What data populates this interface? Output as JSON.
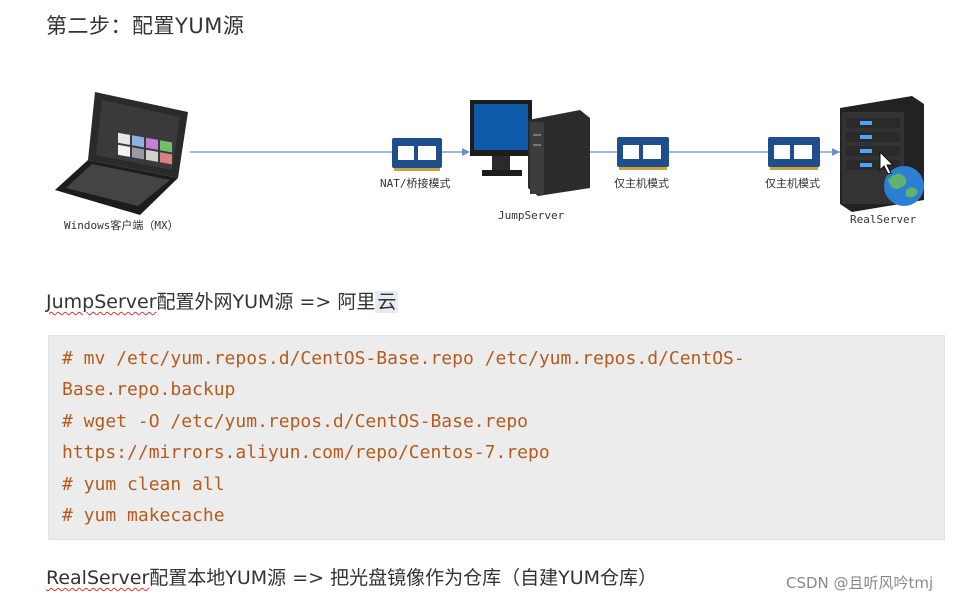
{
  "heading": "第二步：配置YUM源",
  "diagram": {
    "client_label": "Windows客户端（MX）",
    "nat_label": "NAT/桥接模式",
    "jumpserver_label": "JumpServer",
    "hostonly_label_1": "仅主机模式",
    "hostonly_label_2": "仅主机模式",
    "realserver_label": "RealServer"
  },
  "jump_para": {
    "name": "JumpServer",
    "middle": "配置外网YUM源 => 阿里",
    "last": "云"
  },
  "code_lines": [
    "# mv /etc/yum.repos.d/CentOS-Base.repo /etc/yum.repos.d/CentOS-",
    "Base.repo.backup",
    "# wget -O /etc/yum.repos.d/CentOS-Base.repo",
    "https://mirrors.aliyun.com/repo/Centos-7.repo",
    "# yum clean all",
    "# yum makecache"
  ],
  "real_para": {
    "name": "RealServer",
    "rest": "配置本地YUM源 => 把光盘镜像作为仓库（自建YUM仓库）"
  },
  "watermark": "CSDN @且听风吟tmj",
  "colors": {
    "code_text": "#b35c1e",
    "code_bg": "#ececec",
    "link_line": "#6a8fc9",
    "nic_card": "#1f4e8c"
  }
}
